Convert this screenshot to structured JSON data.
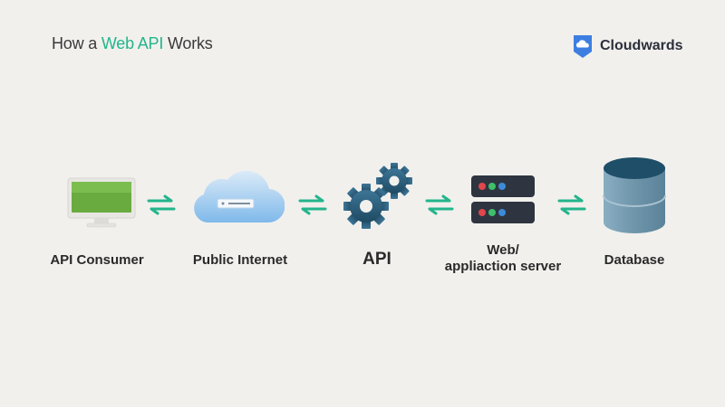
{
  "header": {
    "title_prefix": "How a ",
    "title_accent": "Web API",
    "title_suffix": " Works"
  },
  "brand": {
    "name": "Cloudwards",
    "icon": "cloudwards-logo-icon"
  },
  "colors": {
    "accent": "#23b58b",
    "background": "#f1f0ed",
    "monitor_screen": "#6aab3f",
    "cloud": "#8cc3ef",
    "gear": "#2d5f7d",
    "server": "#2e3540",
    "database_top": "#1f4f68",
    "database_body": "#6f95ab",
    "led_red": "#e0474c",
    "led_green": "#3fbf6b",
    "led_blue": "#3d8bd8"
  },
  "nodes": [
    {
      "label": "API Consumer",
      "icon": "computer-monitor-icon"
    },
    {
      "label": "Public Internet",
      "icon": "cloud-icon"
    },
    {
      "label": "API",
      "icon": "gears-icon"
    },
    {
      "label": "Web/",
      "label_line2": "appliaction server",
      "icon": "server-icon"
    },
    {
      "label": "Database",
      "icon": "database-icon"
    }
  ],
  "connectors": [
    {
      "icon": "bidirectional-arrows-icon"
    },
    {
      "icon": "bidirectional-arrows-icon"
    },
    {
      "icon": "bidirectional-arrows-icon"
    },
    {
      "icon": "bidirectional-arrows-icon"
    }
  ]
}
